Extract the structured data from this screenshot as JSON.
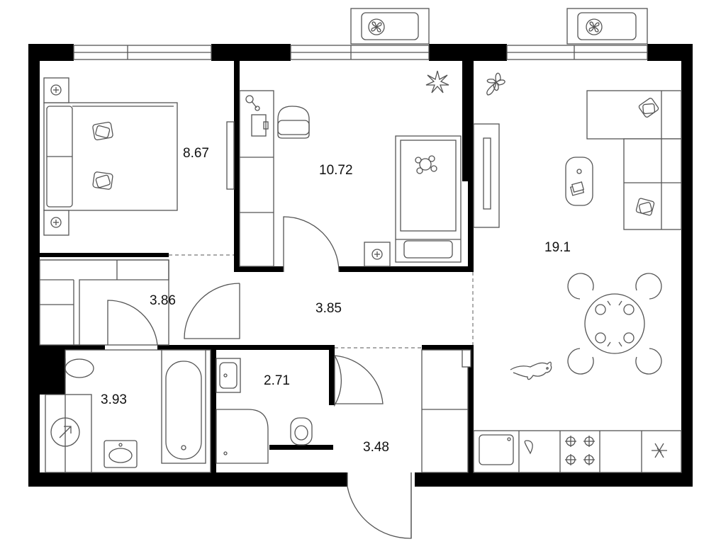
{
  "rooms": {
    "bedroom_area": "8.67",
    "study_area": "10.72",
    "living_kitchen_area": "19.1",
    "wardrobe_area": "3.86",
    "hall_area": "3.85",
    "bathroom_area": "3.93",
    "shower_room_area": "2.71",
    "entrance_area": "3.48"
  },
  "colors": {
    "wall": "#000000",
    "line": "#555555",
    "background": "#ffffff"
  },
  "icons": {
    "fan": "fan-icon",
    "socket": "socket-icon",
    "plant": "plant-icon",
    "cooktop": "cooktop-icon",
    "snowflake": "snowflake-icon",
    "cat": "cat-icon",
    "boiler": "boiler-icon"
  }
}
